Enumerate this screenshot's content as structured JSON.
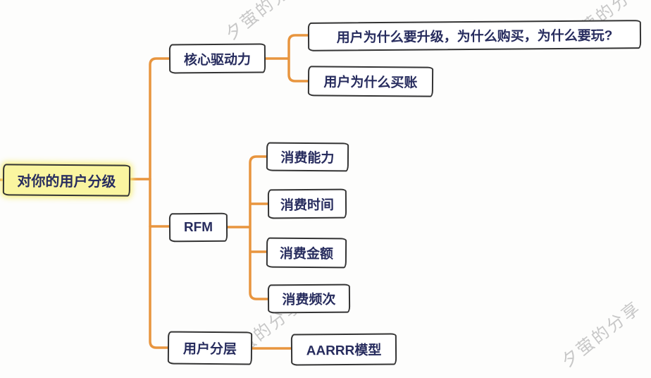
{
  "diagram": {
    "root": {
      "label": "对你的用户分级"
    },
    "branches": [
      {
        "label": "核心驱动力",
        "children": [
          {
            "label": "用户为什么要升级，为什么购买，为什么要玩?"
          },
          {
            "label": "用户为什么买账"
          }
        ]
      },
      {
        "label": "RFM",
        "children": [
          {
            "label": "消费能力"
          },
          {
            "label": "消费时间"
          },
          {
            "label": "消费金额"
          },
          {
            "label": "消费频次"
          }
        ]
      },
      {
        "label": "用户分层",
        "children": [
          {
            "label": "AARRR模型"
          }
        ]
      }
    ]
  },
  "watermark": {
    "text": "夕萤的分享"
  },
  "colors": {
    "connector_orange": "#e8953e",
    "root_highlight_fill": "#faf5a0",
    "root_glow": "#f7ee7a",
    "node_border": "#343434",
    "node_text": "#272c5e",
    "watermark_gray": "#c7c7c7"
  }
}
